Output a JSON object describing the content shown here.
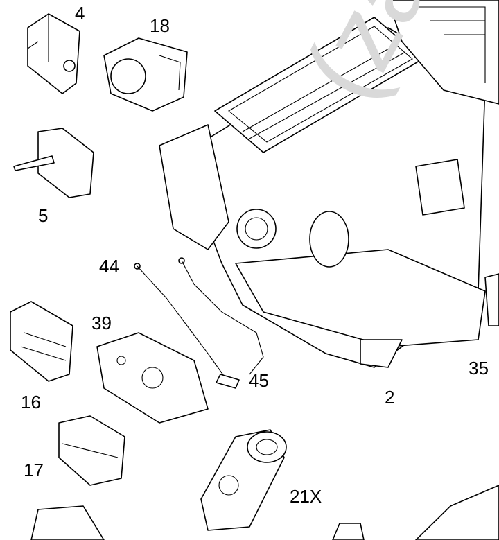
{
  "watermark": "(zap.c",
  "callouts": {
    "p4": "4",
    "p18": "18",
    "p5": "5",
    "p44": "44",
    "p39": "39",
    "p16": "16",
    "p45": "45",
    "p2": "2",
    "p35": "35",
    "p17": "17",
    "p21x": "21X"
  }
}
